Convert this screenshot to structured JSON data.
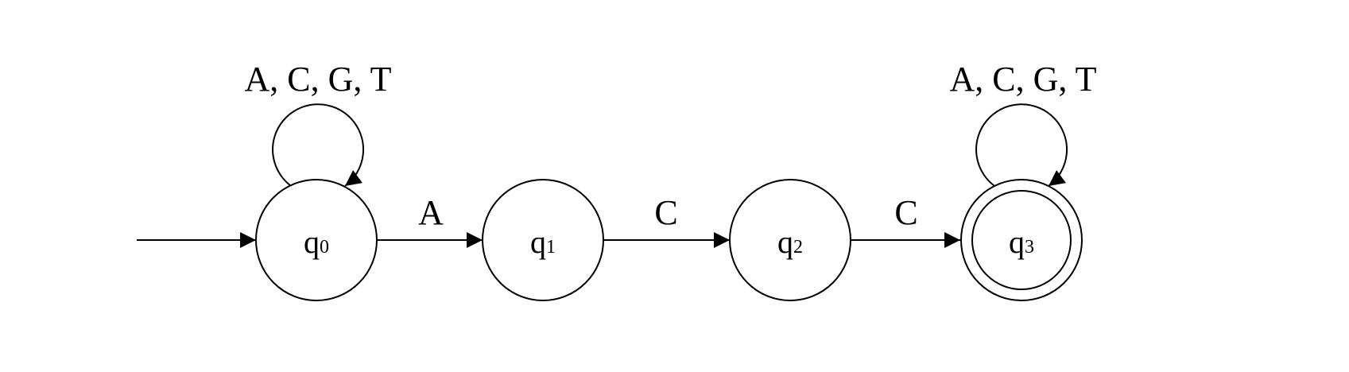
{
  "automaton": {
    "start_state": "q0",
    "accept_states": [
      "q3"
    ],
    "states": [
      {
        "id": "q0",
        "name": "q",
        "subscript": "0"
      },
      {
        "id": "q1",
        "name": "q",
        "subscript": "1"
      },
      {
        "id": "q2",
        "name": "q",
        "subscript": "2"
      },
      {
        "id": "q3",
        "name": "q",
        "subscript": "3"
      }
    ],
    "transitions": [
      {
        "id": "t-q0-q0",
        "from": "q0",
        "to": "q0",
        "label": "A, C, G, T"
      },
      {
        "id": "t-q0-q1",
        "from": "q0",
        "to": "q1",
        "label": "A"
      },
      {
        "id": "t-q1-q2",
        "from": "q1",
        "to": "q2",
        "label": "C"
      },
      {
        "id": "t-q2-q3",
        "from": "q2",
        "to": "q3",
        "label": "C"
      },
      {
        "id": "t-q3-q3",
        "from": "q3",
        "to": "q3",
        "label": "A, C, G, T"
      }
    ]
  },
  "colors": {
    "stroke": "#000000",
    "background": "#ffffff"
  }
}
